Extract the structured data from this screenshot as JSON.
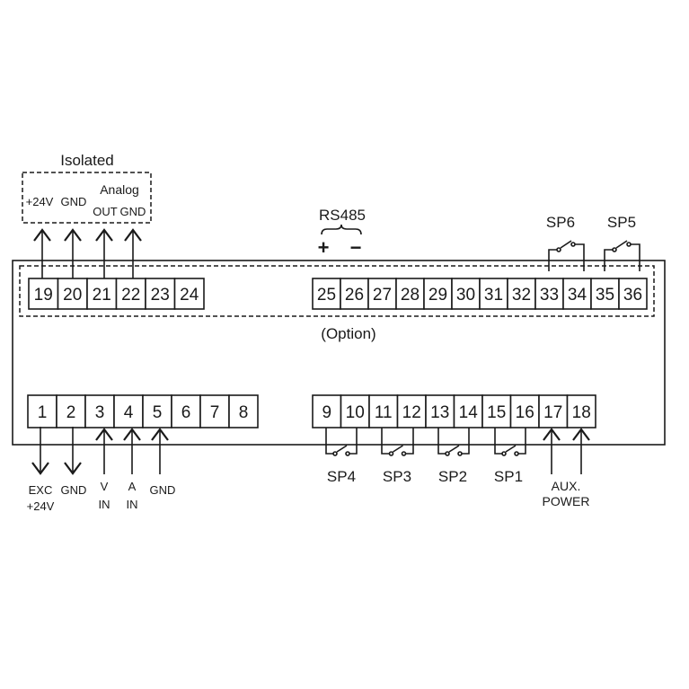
{
  "isolated_group": {
    "title": "Isolated",
    "label_24v": "+24V",
    "label_gnd": "GND",
    "analog_title": "Analog",
    "analog_out": "OUT",
    "analog_gnd": "GND"
  },
  "rs485": {
    "title": "RS485",
    "plus": "+",
    "minus": "−"
  },
  "option_label": "(Option)",
  "top_row_left": [
    "19",
    "20",
    "21",
    "22",
    "23",
    "24"
  ],
  "top_row_right": [
    "25",
    "26",
    "27",
    "28",
    "29",
    "30",
    "31",
    "32",
    "33",
    "34",
    "35",
    "36"
  ],
  "bottom_row_left": [
    "1",
    "2",
    "3",
    "4",
    "5",
    "6",
    "7",
    "8"
  ],
  "bottom_row_right": [
    "9",
    "10",
    "11",
    "12",
    "13",
    "14",
    "15",
    "16",
    "17",
    "18"
  ],
  "setpoints": {
    "sp6": "SP6",
    "sp5": "SP5",
    "sp4": "SP4",
    "sp3": "SP3",
    "sp2": "SP2",
    "sp1": "SP1"
  },
  "bottom_left_labels": {
    "exc": "EXC",
    "exc_24v": "+24V",
    "gnd": "GND",
    "v": "V",
    "v_in": "IN",
    "a": "A",
    "a_in": "IN",
    "gnd2": "GND"
  },
  "aux_power": {
    "line1": "AUX.",
    "line2": "POWER"
  }
}
